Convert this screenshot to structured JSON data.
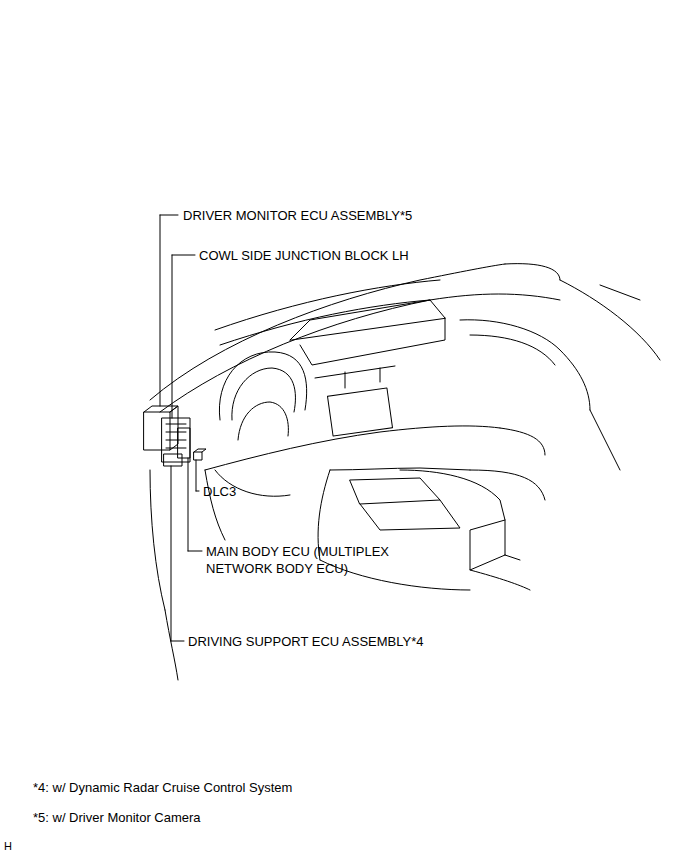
{
  "diagram": {
    "labels": [
      "DRIVER MONITOR ECU ASSEMBLY*5",
      "COWL SIDE JUNCTION BLOCK LH",
      "DLC3",
      "MAIN BODY ECU (MULTIPLEX NETWORK BODY ECU)",
      "DRIVING SUPPORT ECU ASSEMBLY*4",
      "*4: w/ Dynamic Radar Cruise Control System",
      "*5: w/ Driver Monitor Camera",
      "H"
    ]
  }
}
